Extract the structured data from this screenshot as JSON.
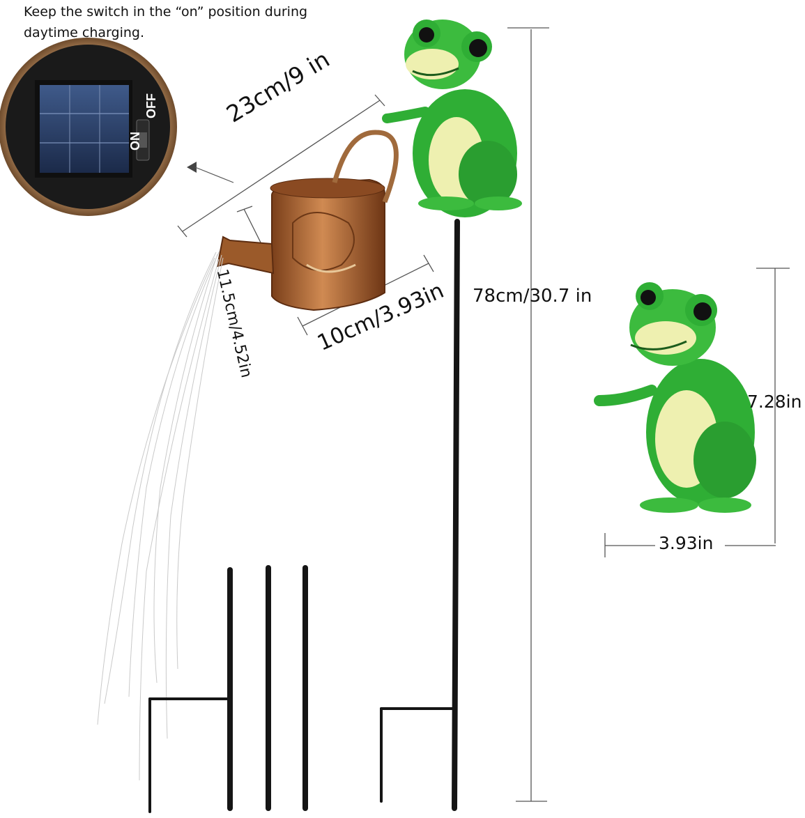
{
  "instruction_note": "Keep the switch in the “on” position during daytime charging.",
  "switch": {
    "on_label": "ON",
    "off_label": "OFF"
  },
  "dimensions": {
    "total_length": "23cm/9 in",
    "can_height": "11.5cm/4.52in",
    "can_width": "10cm/3.93in",
    "stake_height": "78cm/30.7 in",
    "frog_height": "7.28in",
    "frog_width": "3.93in"
  },
  "icons": [
    "solar-panel-icon",
    "watering-can-icon",
    "frog-icon",
    "garden-stake-icon",
    "fairy-light-strands-icon"
  ],
  "colors": {
    "frog_green": "#2fae35",
    "frog_belly": "#eef0b0",
    "can_copper": "#b8743f",
    "stake_black": "#1a1a1a"
  }
}
